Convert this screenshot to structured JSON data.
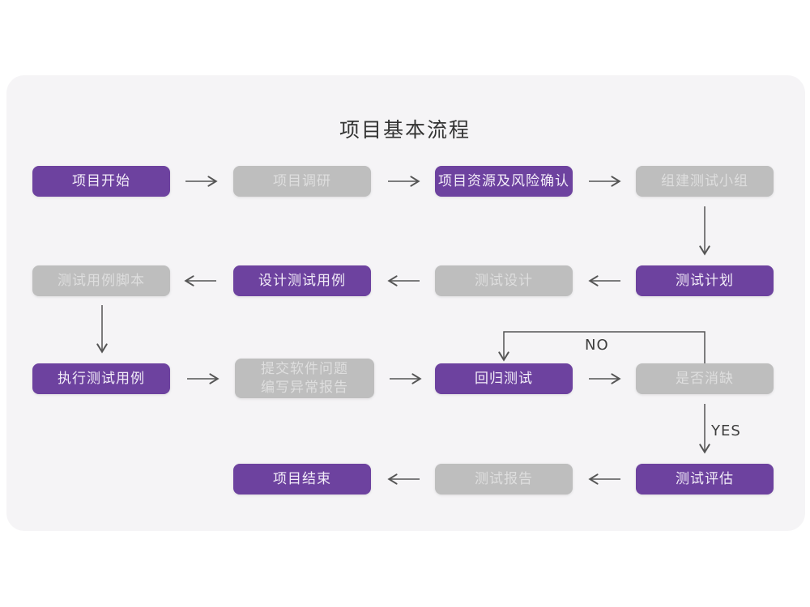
{
  "title": "项目基本流程",
  "colors": {
    "node_purple": "#6d429f",
    "node_gray": "#bebebe",
    "card_background": "#f5f4f6",
    "arrow": "#555555"
  },
  "nodes": {
    "start": {
      "label": "项目开始",
      "type": "purple"
    },
    "research": {
      "label": "项目调研",
      "type": "gray"
    },
    "risk": {
      "label": "项目资源及风险确认",
      "type": "purple"
    },
    "team": {
      "label": "组建测试小组",
      "type": "gray"
    },
    "script": {
      "label": "测试用例脚本",
      "type": "gray"
    },
    "design_case": {
      "label": "设计测试用例",
      "type": "purple"
    },
    "test_design": {
      "label": "测试设计",
      "type": "gray"
    },
    "plan": {
      "label": "测试计划",
      "type": "purple"
    },
    "execute": {
      "label": "执行测试用例",
      "type": "purple"
    },
    "submit": {
      "line1": "提交软件问题",
      "line2": "编写异常报告",
      "type": "gray"
    },
    "regression": {
      "label": "回归测试",
      "type": "purple"
    },
    "defect": {
      "label": "是否消缺",
      "type": "gray"
    },
    "end": {
      "label": "项目结束",
      "type": "purple"
    },
    "report": {
      "label": "测试报告",
      "type": "gray"
    },
    "evaluate": {
      "label": "测试评估",
      "type": "purple"
    }
  },
  "edge_labels": {
    "no": "NO",
    "yes": "YES"
  }
}
